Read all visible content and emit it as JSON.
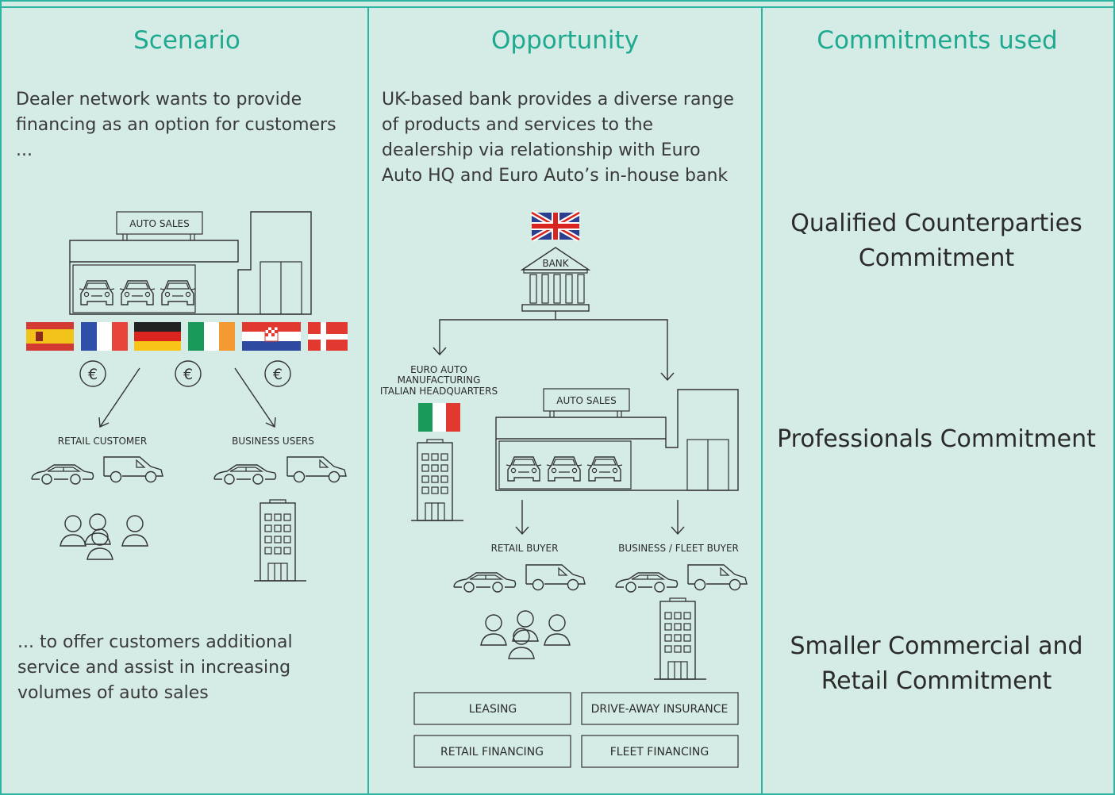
{
  "columns": {
    "scenario": {
      "title": "Scenario",
      "intro": "Dealer network wants to provide financing as an option for customers ...",
      "outro": "... to offer customers additional service and assist in increasing volumes of auto sales"
    },
    "opportunity": {
      "title": "Opportunity",
      "intro": "UK-based bank provides a diverse range of products and services to the dealership via relationship with Euro Auto HQ and Euro Auto’s in-house bank"
    },
    "commitments": {
      "title": "Commitments used",
      "items": [
        "Qualified Counterparties Commitment",
        "Professionals Commitment",
        "Smaller Commercial and Retail Commitment"
      ]
    }
  },
  "diagram_labels": {
    "auto_sales": "AUTO SALES",
    "retail_customer": "RETAIL CUSTOMER",
    "business_users": "BUSINESS USERS",
    "bank": "BANK",
    "euro_auto_hq": [
      "EURO AUTO",
      "MANUFACTURING",
      "ITALIAN HEADQUARTERS"
    ],
    "retail_buyer": "RETAIL BUYER",
    "business_fleet_buyer": "BUSINESS / FLEET BUYER",
    "euro_symbol": "€"
  },
  "products": [
    "LEASING",
    "DRIVE-AWAY INSURANCE",
    "RETAIL FINANCING",
    "FLEET FINANCING"
  ],
  "colors": {
    "background": "#d4ebe6",
    "accent": "#2eb4a0",
    "heading": "#1fa98f",
    "text": "#3a3a3a",
    "line": "#333333"
  },
  "flags": [
    "spain",
    "france",
    "germany",
    "ireland",
    "croatia",
    "denmark",
    "united-kingdom",
    "italy"
  ]
}
